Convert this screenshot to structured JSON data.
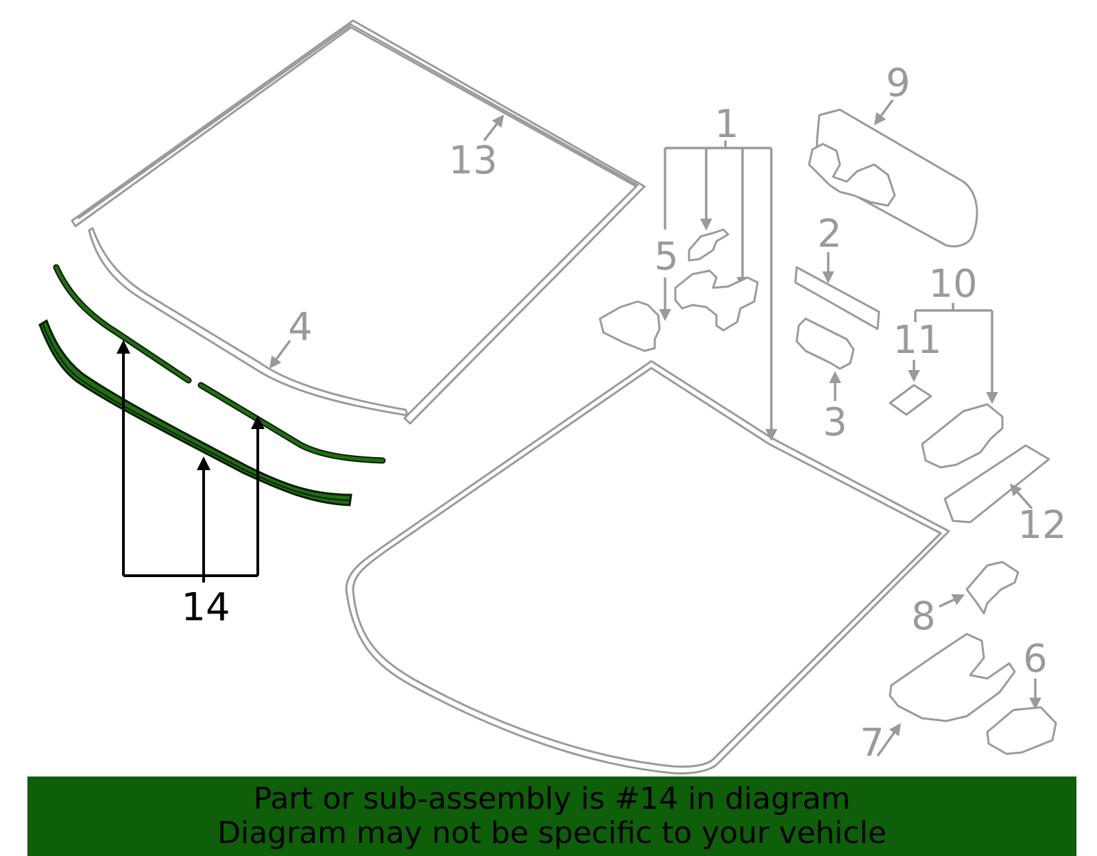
{
  "colors": {
    "highlight": "#1f6f0f",
    "highlight_edge": "#0a1a08",
    "part_stroke": "#9a9a9a",
    "banner": "#0e5e0a"
  },
  "callouts": {
    "c1": "1",
    "c2": "2",
    "c3": "3",
    "c4": "4",
    "c5": "5",
    "c6": "6",
    "c7": "7",
    "c8": "8",
    "c9": "9",
    "c10": "10",
    "c11": "11",
    "c12": "12",
    "c13": "13",
    "c14": "14"
  },
  "banner": {
    "line1": "Part or sub-assembly is #14 in diagram",
    "line2": "Diagram may not be specific to your vehicle"
  }
}
